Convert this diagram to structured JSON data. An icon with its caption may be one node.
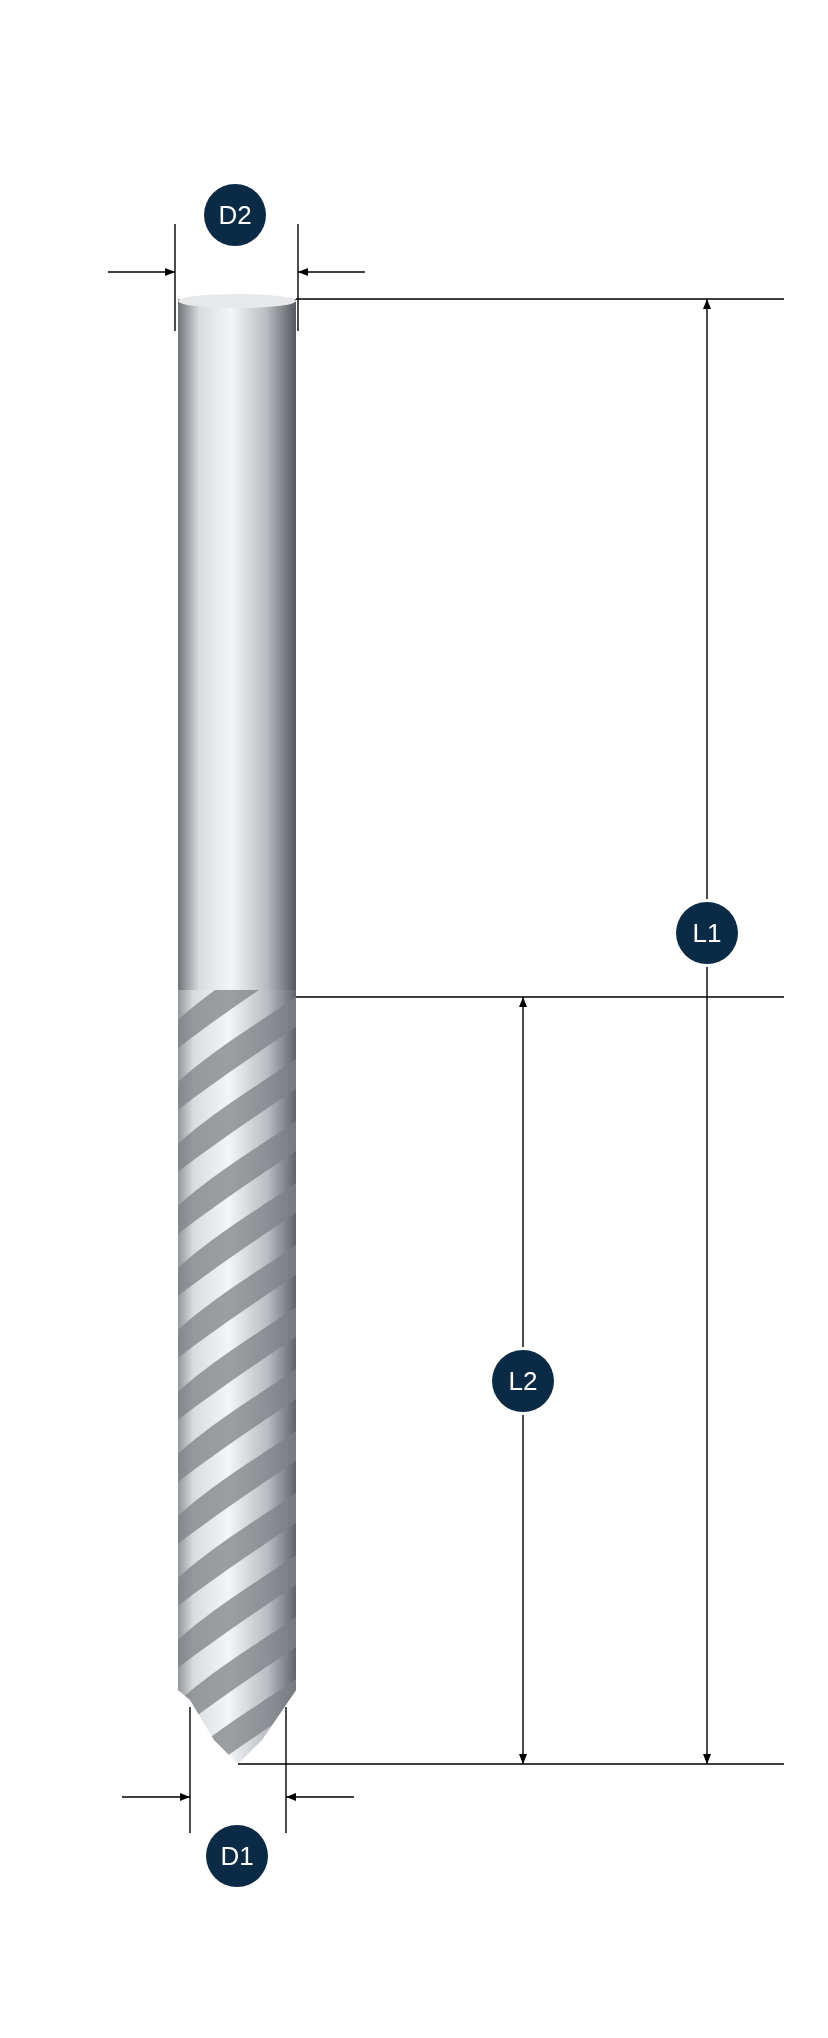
{
  "diagram": {
    "labels": [
      "D2",
      "L1",
      "L2",
      "D1"
    ]
  }
}
